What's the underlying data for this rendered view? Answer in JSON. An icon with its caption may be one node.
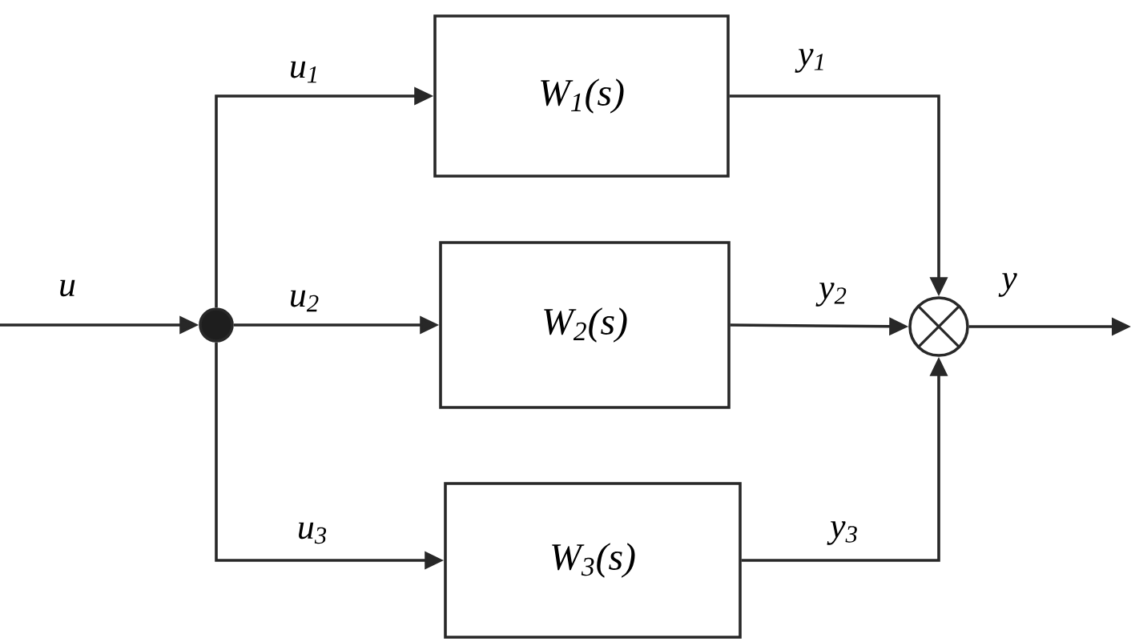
{
  "diagram": {
    "nodes": [
      {
        "text": [],
        "shape": "dot"
      },
      {
        "text": [
          "W$_{1}$(s)"
        ]
      },
      {
        "text": [
          "W$_{2}$(s)"
        ]
      },
      {
        "text": [
          "W$_{3}$(s)"
        ]
      },
      {
        "text": [],
        "shape": "circle"
      }
    ],
    "edges": [
      {
        "from": null,
        "to": 0,
        "arrow": "to",
        "label": "u"
      },
      {
        "from": 0,
        "to": 1,
        "arrow": "to",
        "label": "u$_{1}$"
      },
      {
        "from": 0,
        "to": 2,
        "arrow": "to",
        "label": "u$_{2}$"
      },
      {
        "from": 0,
        "to": 3,
        "arrow": "to",
        "label": "u$_{3}$"
      },
      {
        "from": 1,
        "to": 4,
        "arrow": "to",
        "label": "y$_{1}$"
      },
      {
        "from": 2,
        "to": 4,
        "arrow": "to",
        "label": "y$_{2}$"
      },
      {
        "from": 3,
        "to": 4,
        "arrow": "to",
        "label": "y$_{3}$"
      },
      {
        "from": 4,
        "to": null,
        "arrow": "to",
        "label": "y"
      }
    ]
  }
}
